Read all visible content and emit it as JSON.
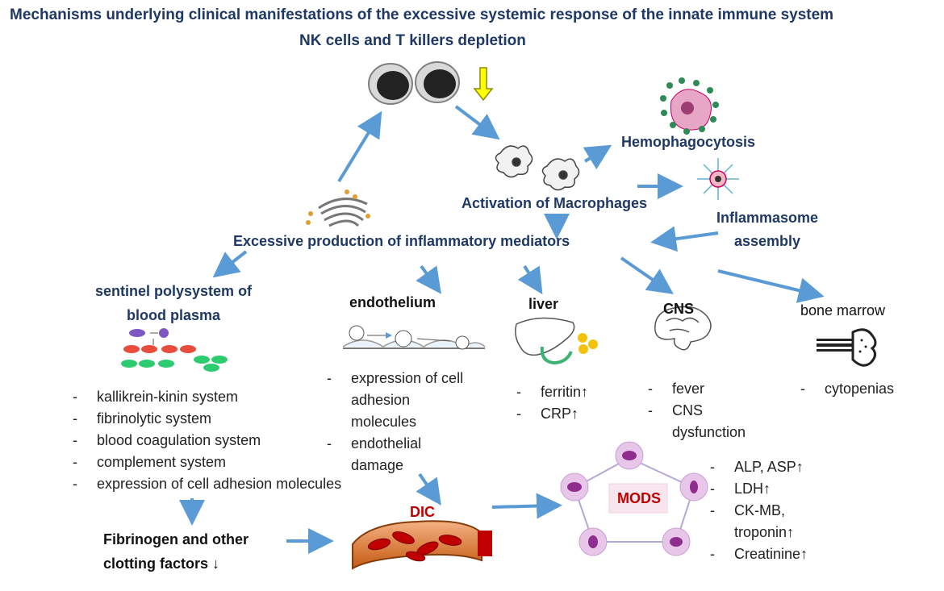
{
  "title": "Mechanisms underlying clinical manifestations of the excessive systemic response of the innate immune system",
  "nk_label": "NK cells and T killers depletion",
  "hemophagocytosis": "Hemophagocytosis",
  "activation_macrophages": "Activation of Macrophages",
  "inflammasome": [
    "Inflammasome",
    "assembly"
  ],
  "excessive_production": "Excessive production of inflammatory mediators",
  "sentinel": [
    "sentinel polysystem of",
    "blood plasma"
  ],
  "endothelium": "endothelium",
  "liver": "liver",
  "cns": "CNS",
  "bone_marrow": "bone marrow",
  "list_dash": "-",
  "sentinel_list": [
    "kallikrein-kinin system",
    "fibrinolytic system",
    "blood coagulation system",
    "complement system",
    "expression of cell adhesion molecules"
  ],
  "endothelium_list": [
    [
      "expression of cell",
      "adhesion",
      "molecules"
    ],
    [
      "endothelial",
      "damage"
    ]
  ],
  "liver_list": [
    "ferritin↑",
    "CRP↑"
  ],
  "cns_list": [
    [
      "fever"
    ],
    [
      "CNS",
      "dysfunction"
    ]
  ],
  "bone_marrow_list": [
    "cytopenias"
  ],
  "fibrinogen": [
    "Fibrinogen and other",
    "clotting factors ↓"
  ],
  "dic": "DIC",
  "mods": "MODS",
  "mods_list": [
    "ALP, ASP↑",
    "LDH↑",
    "CK-MB,",
    "troponin↑",
    "Creatinine↑"
  ]
}
